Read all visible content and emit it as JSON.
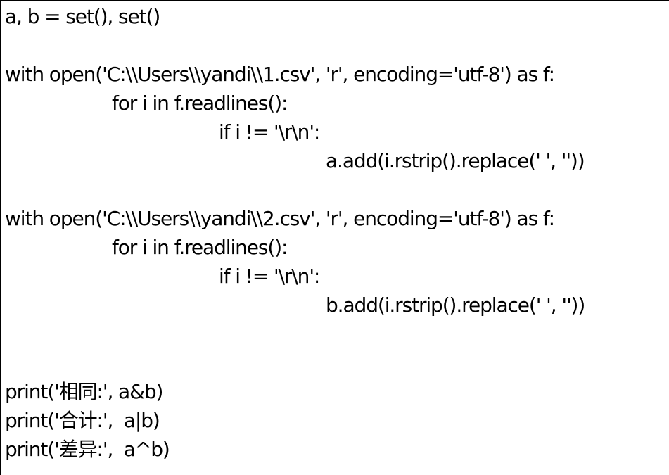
{
  "code_editor": {
    "lines": [
      {
        "indent": 0,
        "text": "a, b = set(), set()"
      },
      {
        "indent": 0,
        "text": ""
      },
      {
        "indent": 0,
        "text": "with open('C:\\\\Users\\\\yandi\\\\1.csv', 'r', encoding='utf-8') as f:"
      },
      {
        "indent": 1,
        "text": "for i in f.readlines():"
      },
      {
        "indent": 2,
        "text": "if i != '\\r\\n':"
      },
      {
        "indent": 3,
        "text": "a.add(i.rstrip().replace(' ', ''))"
      },
      {
        "indent": 0,
        "text": ""
      },
      {
        "indent": 0,
        "text": "with open('C:\\\\Users\\\\yandi\\\\2.csv', 'r', encoding='utf-8') as f:"
      },
      {
        "indent": 1,
        "text": "for i in f.readlines():"
      },
      {
        "indent": 2,
        "text": "if i != '\\r\\n':"
      },
      {
        "indent": 3,
        "text": "b.add(i.rstrip().replace(' ', ''))"
      },
      {
        "indent": 0,
        "text": ""
      },
      {
        "indent": 0,
        "text": ""
      },
      {
        "indent": 0,
        "text": "print('相同:', a&b)"
      },
      {
        "indent": 0,
        "text": "print('合计:',  a|b)"
      },
      {
        "indent": 0,
        "text": "print('差异:',  a^b)"
      }
    ]
  }
}
